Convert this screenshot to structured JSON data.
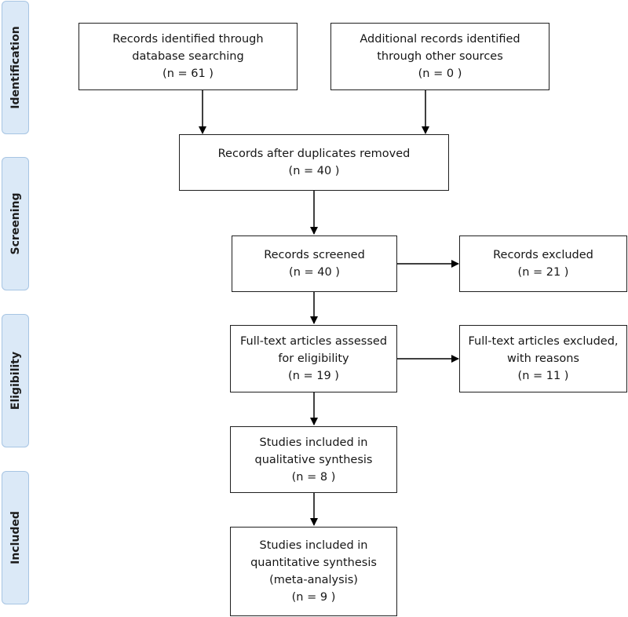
{
  "phases": {
    "identification": "Identification",
    "screening": "Screening",
    "eligibility": "Eligibility",
    "included": "Included"
  },
  "boxes": {
    "database_search": {
      "line1": "Records identified through",
      "line2": "database searching",
      "count": "(n = 61 )"
    },
    "other_sources": {
      "line1": "Additional records identified",
      "line2": "through other sources",
      "count": "(n = 0 )"
    },
    "duplicates_removed": {
      "line1": "Records after duplicates removed",
      "count": "(n = 40 )"
    },
    "screened": {
      "line1": "Records screened",
      "count": "(n = 40 )"
    },
    "excluded": {
      "line1": "Records excluded",
      "count": "(n = 21 )"
    },
    "full_text_assessed": {
      "line1": "Full-text articles assessed",
      "line2": "for eligibility",
      "count": "(n = 19 )"
    },
    "full_text_excluded": {
      "line1": "Full-text articles excluded,",
      "line2": "with reasons",
      "count": "(n = 11 )"
    },
    "qualitative": {
      "line1": "Studies included in",
      "line2": "qualitative synthesis",
      "count": "(n = 8 )"
    },
    "quantitative": {
      "line1": "Studies included in",
      "line2": "quantitative synthesis",
      "line3": "(meta-analysis)",
      "count": "(n = 9 )"
    }
  },
  "colors": {
    "phase_fill": "#dbe9f7",
    "phase_border": "#a7c5e3",
    "box_border": "#1f1f1f",
    "arrow": "#000000"
  }
}
